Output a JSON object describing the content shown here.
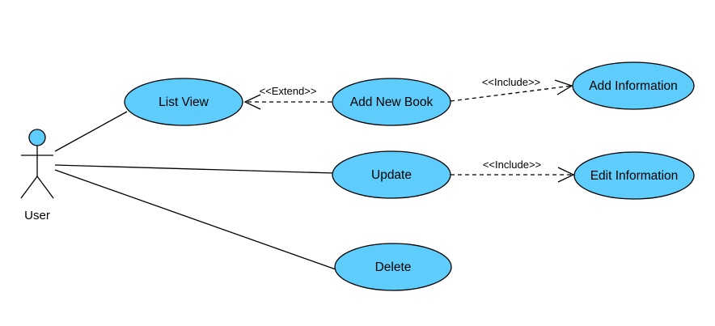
{
  "diagram": {
    "actor": {
      "name": "User",
      "color": "#5fcdfb"
    },
    "use_cases": {
      "list_view": "List View",
      "add_new_book": "Add New Book",
      "add_information": "Add Information",
      "update": "Update",
      "edit_information": "Edit Information",
      "delete": "Delete"
    },
    "relationships": {
      "extend": {
        "label": "<<Extend>>",
        "from": "Add New Book",
        "to": "List View"
      },
      "include_add": {
        "label": "<<Include>>",
        "from": "Add New Book",
        "to": "Add Information"
      },
      "include_edit": {
        "label": "<<Include>>",
        "from": "Update",
        "to": "Edit Information"
      }
    },
    "associations": [
      "List View",
      "Update",
      "Delete"
    ],
    "fill_color": "#5fcdfb"
  }
}
